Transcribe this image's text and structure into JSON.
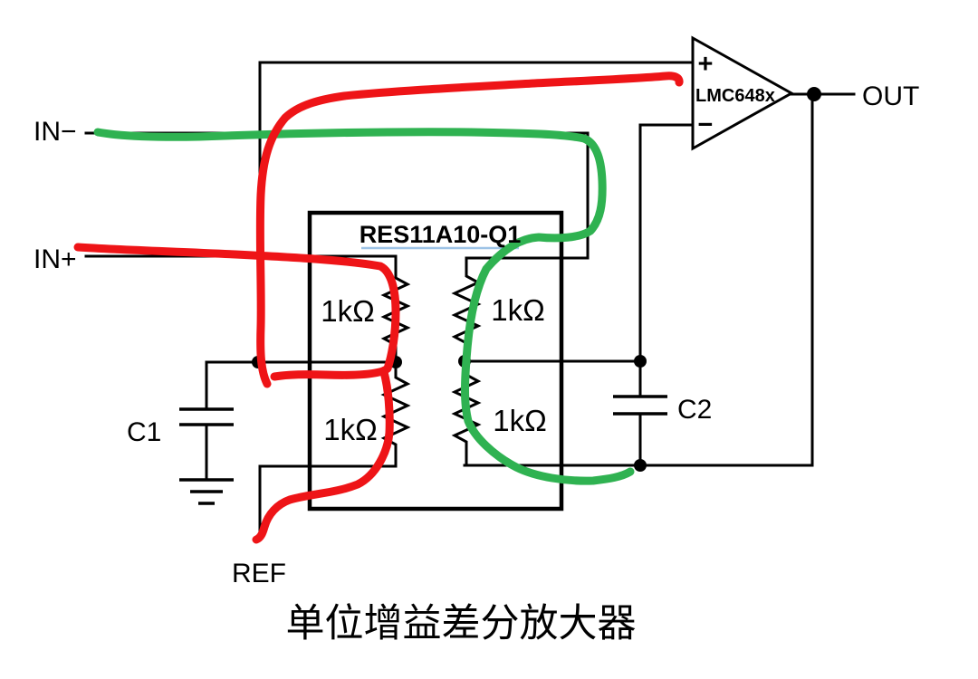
{
  "diagram": {
    "title": "单位增益差分放大器",
    "labels": {
      "in_minus": "IN−",
      "in_plus": "IN+",
      "out": "OUT",
      "ref": "REF",
      "c1": "C1",
      "c2": "C2",
      "opamp_plus": "+",
      "opamp_minus": "−",
      "opamp_part": "LMC648x",
      "resistor_network": "RES11A10-Q1",
      "r_top_left": "1kΩ",
      "r_top_right": "1kΩ",
      "r_bottom_left": "1kΩ",
      "r_bottom_right": "1kΩ"
    },
    "colors": {
      "background": "#ffffff",
      "wire": "#000000",
      "trace_red": "#ee1417",
      "trace_green": "#2fb251",
      "underline_blue": "#9dc3e6"
    }
  }
}
